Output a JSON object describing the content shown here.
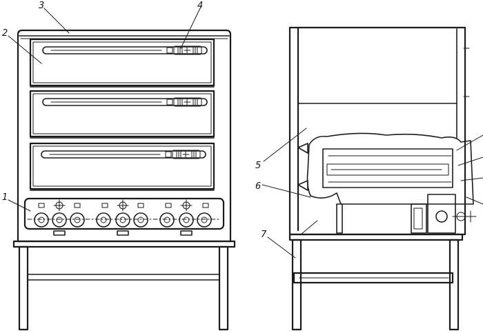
{
  "figure": {
    "labels": {
      "l1": "1",
      "l2": "2",
      "l3": "3",
      "l4": "4",
      "l5": "5",
      "l6": "6",
      "l7": "7"
    },
    "colors": {
      "ink": "#1a1a1a",
      "paper": "#ffffff"
    }
  }
}
